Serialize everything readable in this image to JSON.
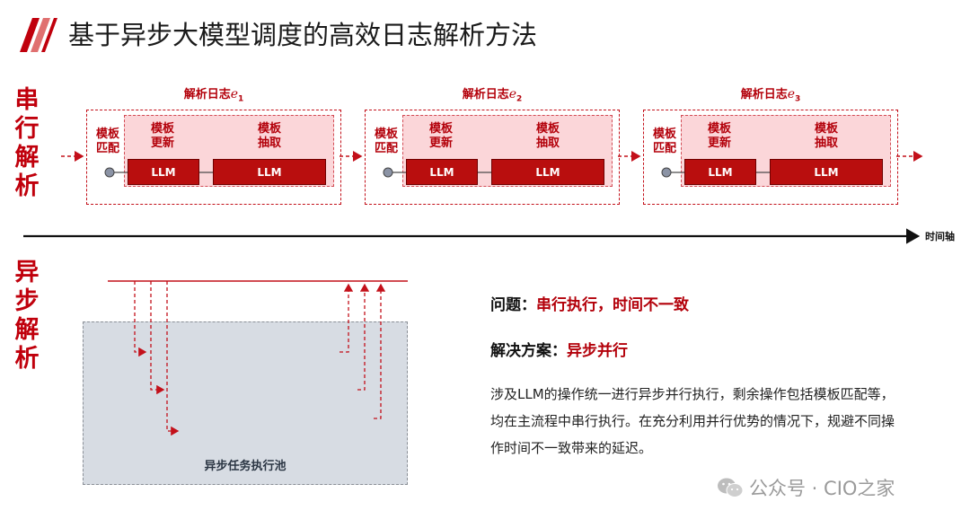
{
  "title": "基于异步大模型调度的高效日志解析方法",
  "serial_label": [
    "串",
    "行",
    "解",
    "析"
  ],
  "async_label": [
    "异",
    "步",
    "解",
    "析"
  ],
  "stage_title_prefix": "解析日志",
  "stages": [
    {
      "title_var": "e",
      "sub": "1",
      "match": [
        "模板",
        "匹配"
      ],
      "update": [
        "模板",
        "更新"
      ],
      "extract": [
        "模板",
        "抽取"
      ],
      "llm1": "LLM",
      "llm2": "LLM"
    },
    {
      "title_var": "e",
      "sub": "2",
      "match": [
        "模板",
        "匹配"
      ],
      "update": [
        "模板",
        "更新"
      ],
      "extract": [
        "模板",
        "抽取"
      ],
      "llm1": "LLM",
      "llm2": "LLM"
    },
    {
      "title_var": "e",
      "sub": "3",
      "match": [
        "模板",
        "匹配"
      ],
      "update": [
        "模板",
        "更新"
      ],
      "extract": [
        "模板",
        "抽取"
      ],
      "llm1": "LLM",
      "llm2": "LLM"
    }
  ],
  "axis_label": "时间轴",
  "pool_label": "异步任务执行池",
  "problem": {
    "prefix": "问题：",
    "text": "串行执行，时间不一致"
  },
  "solution": {
    "prefix": "解决方案：",
    "text": "异步并行"
  },
  "description": "涉及LLM的操作统一进行异步并行执行，剩余操作包括模板匹配等，均在主流程中串行执行。在充分利用并行优势的情况下，规避不同操作时间不一致带来的延迟。",
  "watermark": "公众号 · CIO之家",
  "colors": {
    "accent": "#b3000a",
    "llm_box": "#b90e0e",
    "inner_fill": "#fbd6d9",
    "pool_fill": "#d7dce3"
  }
}
